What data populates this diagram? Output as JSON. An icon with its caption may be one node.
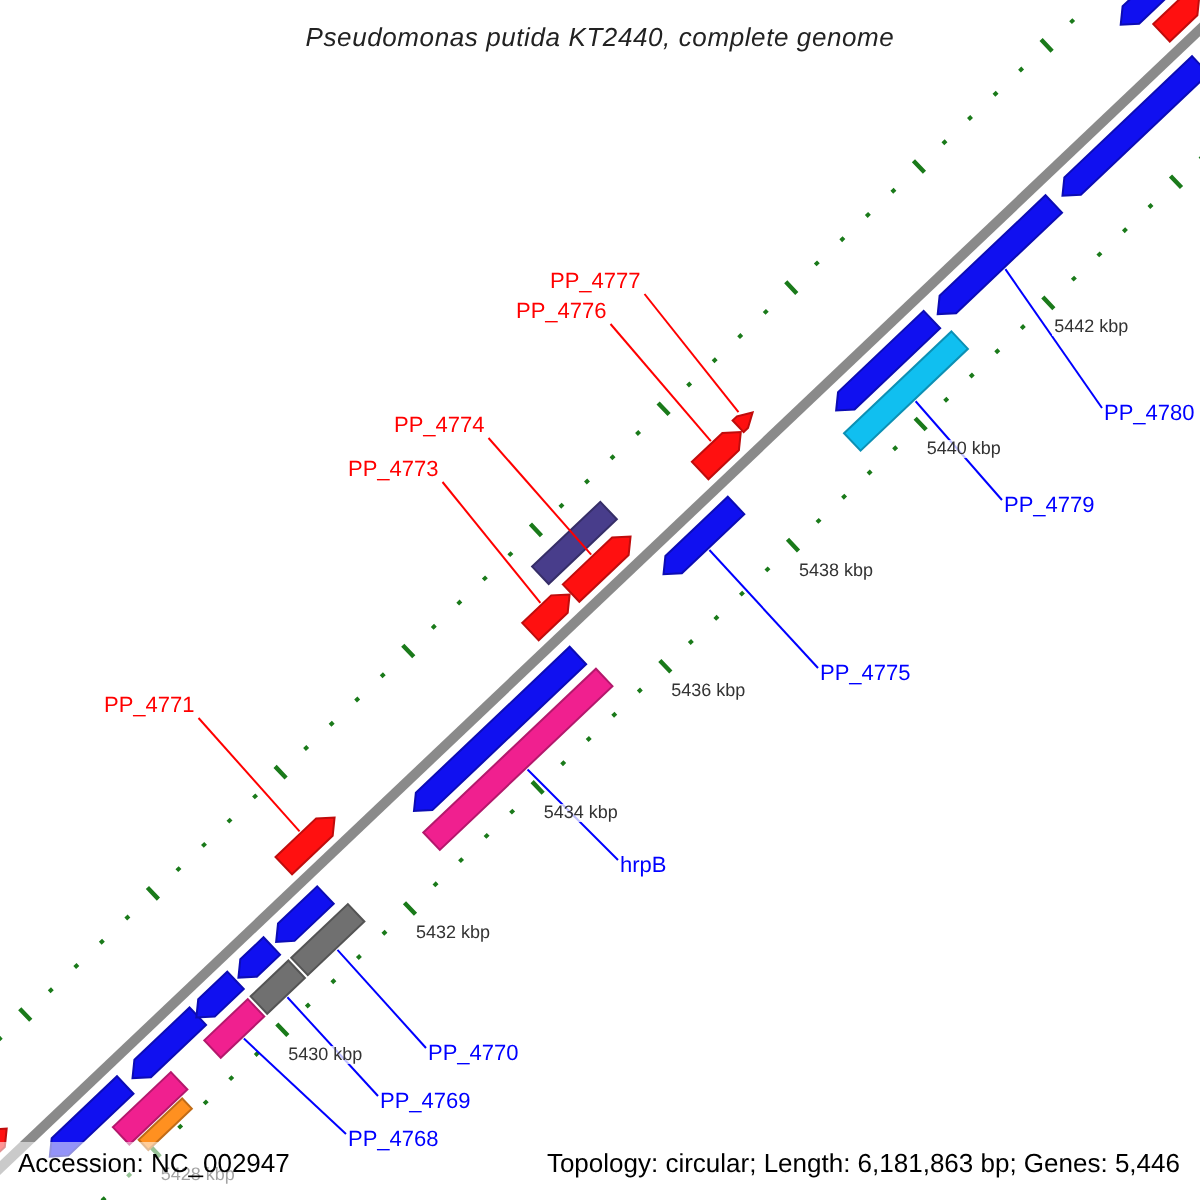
{
  "diagram": {
    "title": "Pseudomonas putida KT2440, complete genome",
    "nodes": [
      {
        "text": [
          "PP_4777"
        ]
      },
      {
        "text": [
          "PP_4776"
        ]
      },
      {
        "text": [
          "PP_4780"
        ]
      },
      {
        "text": [
          "PP_4774"
        ]
      },
      {
        "text": [
          "PP_4773"
        ]
      },
      {
        "text": [
          "PP_4779"
        ]
      },
      {
        "text": [
          "PP_4775"
        ]
      },
      {
        "text": [
          "PP_4771"
        ]
      },
      {
        "text": [
          "hrpB"
        ]
      },
      {
        "text": [
          "PP_4770"
        ]
      },
      {
        "text": [
          "PP_4769"
        ]
      },
      {
        "text": [
          "PP_4768"
        ]
      },
      {
        "text": [],
        "shape": "arrow"
      },
      {
        "text": [],
        "shape": "arrow"
      },
      {
        "text": [],
        "shape": "bar"
      },
      {
        "text": [],
        "shape": "arrow"
      },
      {
        "text": [],
        "shape": "bar"
      },
      {
        "text": [],
        "shape": "arrow"
      },
      {
        "text": [],
        "shape": "bar"
      },
      {
        "text": [],
        "shape": "arrow"
      },
      {
        "text": [],
        "shape": "bar"
      },
      {
        "text": [],
        "shape": "arrow"
      },
      {
        "text": [],
        "shape": "arrow"
      },
      {
        "text": [],
        "shape": "bar"
      },
      {
        "text": [],
        "shape": "arrow"
      },
      {
        "text": [],
        "shape": "bar"
      },
      {
        "text": [],
        "shape": "arrow"
      },
      {
        "text": [],
        "shape": "bar"
      },
      {
        "text": [],
        "shape": "arrow"
      },
      {
        "text": [],
        "shape": "arrow"
      },
      {
        "text": [],
        "shape": "arrow"
      },
      {
        "text": [],
        "shape": "arrow"
      },
      {
        "text": [],
        "shape": "arrow"
      },
      {
        "text": [],
        "shape": "bar"
      },
      {
        "text": [],
        "shape": "arrow"
      },
      {
        "text": [],
        "shape": "arrow"
      },
      {
        "text": [],
        "shape": "arrow"
      },
      {
        "text": [],
        "shape": "arrow"
      }
    ],
    "edges": [
      {
        "from": 0,
        "to": 31,
        "arrow": "none",
        "color": "#ff0000"
      },
      {
        "from": 1,
        "to": 30,
        "arrow": "none",
        "color": "#ff0000"
      },
      {
        "from": 2,
        "to": 34,
        "arrow": "none"
      },
      {
        "from": 3,
        "to": 28,
        "arrow": "none",
        "color": "#ff0000"
      },
      {
        "from": 4,
        "to": 26,
        "arrow": "none",
        "color": "#ff0000"
      },
      {
        "from": 5,
        "to": 33,
        "arrow": "none"
      },
      {
        "from": 6,
        "to": 29,
        "arrow": "none"
      },
      {
        "from": 7,
        "to": 22,
        "arrow": "none",
        "color": "#ff0000"
      },
      {
        "from": 8,
        "to": 25,
        "arrow": "none"
      },
      {
        "from": 9,
        "to": 23,
        "arrow": "none"
      },
      {
        "from": 10,
        "to": 20,
        "arrow": "none"
      },
      {
        "from": 11,
        "to": 18,
        "arrow": "none"
      }
    ],
    "labels": [
      "5442 kbp",
      "5440 kbp",
      "5438 kbp",
      "5436 kbp",
      "5434 kbp",
      "5432 kbp",
      "5430 kbp",
      "5428 kbp",
      "Accession: NC_002947",
      "Topology: circular; Length: 6,181,863 bp; Genes: 5,446"
    ]
  }
}
